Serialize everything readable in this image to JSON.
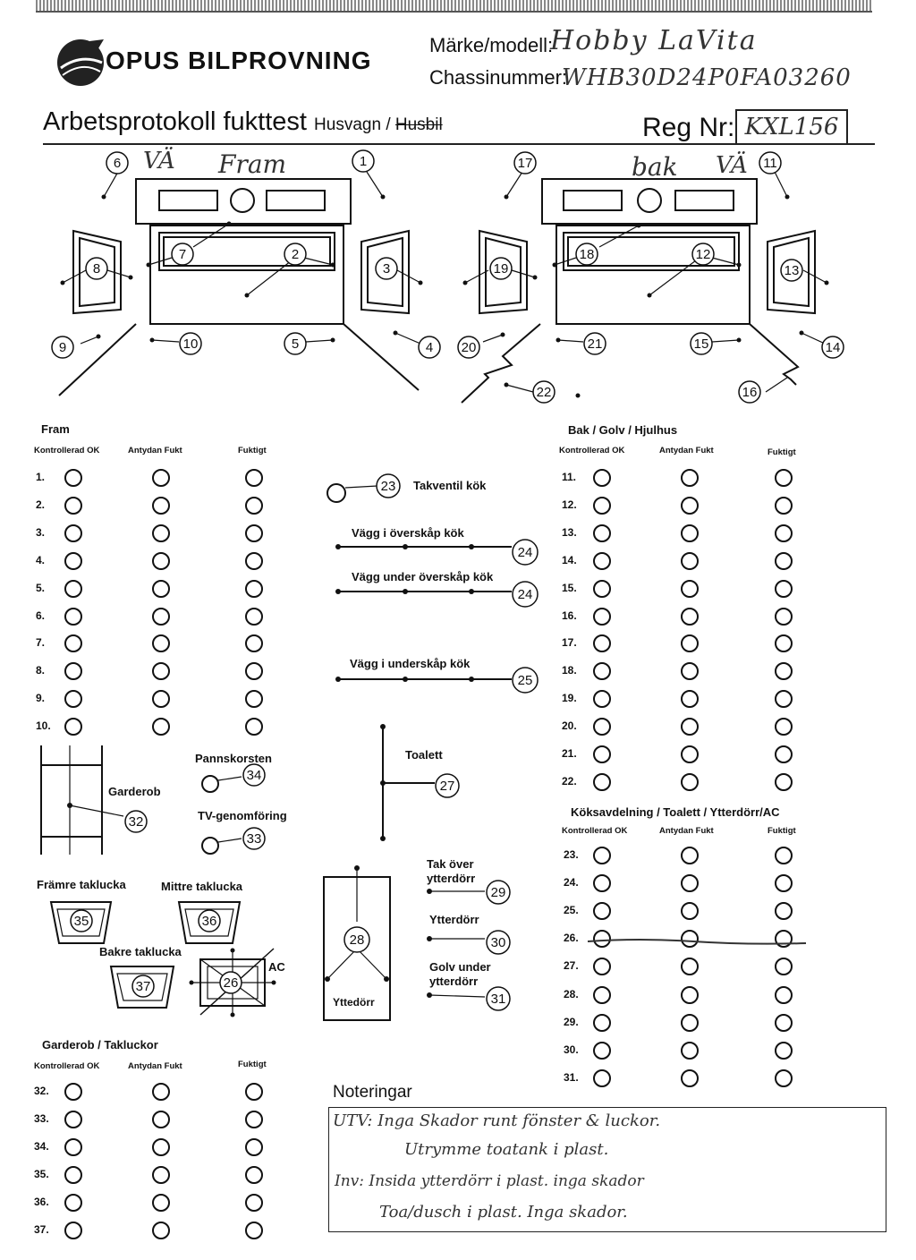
{
  "header": {
    "logo": "OPUS BILPROVNING",
    "make_model_label": "Märke/modell:",
    "make_model_value": "Hobby LaVita",
    "chassis_label": "Chassinummer:",
    "chassis_value": "WHB30D24P0FA03260",
    "title": "Arbetsprotokoll fukttest",
    "vehicle_type_a": "Husvagn",
    "vehicle_sep": " / ",
    "vehicle_type_b": "Husbil",
    "reg_label": "Reg Nr:",
    "reg_value": "KXL156"
  },
  "diagram": {
    "front_note": "VÄ",
    "front_label": "Fram",
    "rear_label": "bak",
    "rear_note": "VÄ"
  },
  "columns": {
    "ok": "Kontrollerad OK",
    "hint": "Antydan Fukt",
    "wet": "Fuktigt"
  },
  "fram": {
    "title": "Fram",
    "rows": [
      "1.",
      "2.",
      "3.",
      "4.",
      "5.",
      "6.",
      "7.",
      "8.",
      "9.",
      "10."
    ]
  },
  "bak": {
    "title": "Bak / Golv / Hjulhus",
    "rows": [
      "11.",
      "12.",
      "13.",
      "14.",
      "15.",
      "16.",
      "17.",
      "18.",
      "19.",
      "20.",
      "21.",
      "22."
    ]
  },
  "kok": {
    "title": "Köksavdelning / Toalett / Ytterdörr/AC",
    "rows": [
      "23.",
      "24.",
      "25.",
      "26.",
      "27.",
      "28.",
      "29.",
      "30.",
      "31."
    ]
  },
  "garderob": {
    "title": "Garderob / Takluckor",
    "rows": [
      "32.",
      "33.",
      "34.",
      "35.",
      "36.",
      "37."
    ]
  },
  "middle": {
    "takventil": "Takventil kök",
    "vagg_over": "Vägg i överskåp kök",
    "vagg_under_over": "Vägg under överskåp kök",
    "vagg_under": "Vägg i underskåp kök",
    "toalett": "Toalett",
    "pannskorsten": "Pannskorsten",
    "tv": "TV-genomföring",
    "garderob": "Garderob",
    "framre": "Främre taklucka",
    "mittre": "Mittre taklucka",
    "bakre": "Bakre taklucka",
    "ac": "AC",
    "ytterdorr": "Yttedörr",
    "tak_over_1": "Tak över",
    "tak_over_2": "ytterdörr",
    "ytterdorr2": "Ytterdörr",
    "golv_1": "Golv under",
    "golv_2": "ytterdörr"
  },
  "notes": {
    "title": "Noteringar",
    "lines": [
      "UTV: Inga Skador runt fönster & luckor.",
      "Utrymme toatank i plast.",
      "Inv: Insida ytterdörr i plast. inga skador",
      "Toa/dusch i plast. Inga skador."
    ]
  },
  "colors": {
    "ink": "#111111",
    "handwriting": "#333333",
    "logo_sphere": "#222222"
  }
}
